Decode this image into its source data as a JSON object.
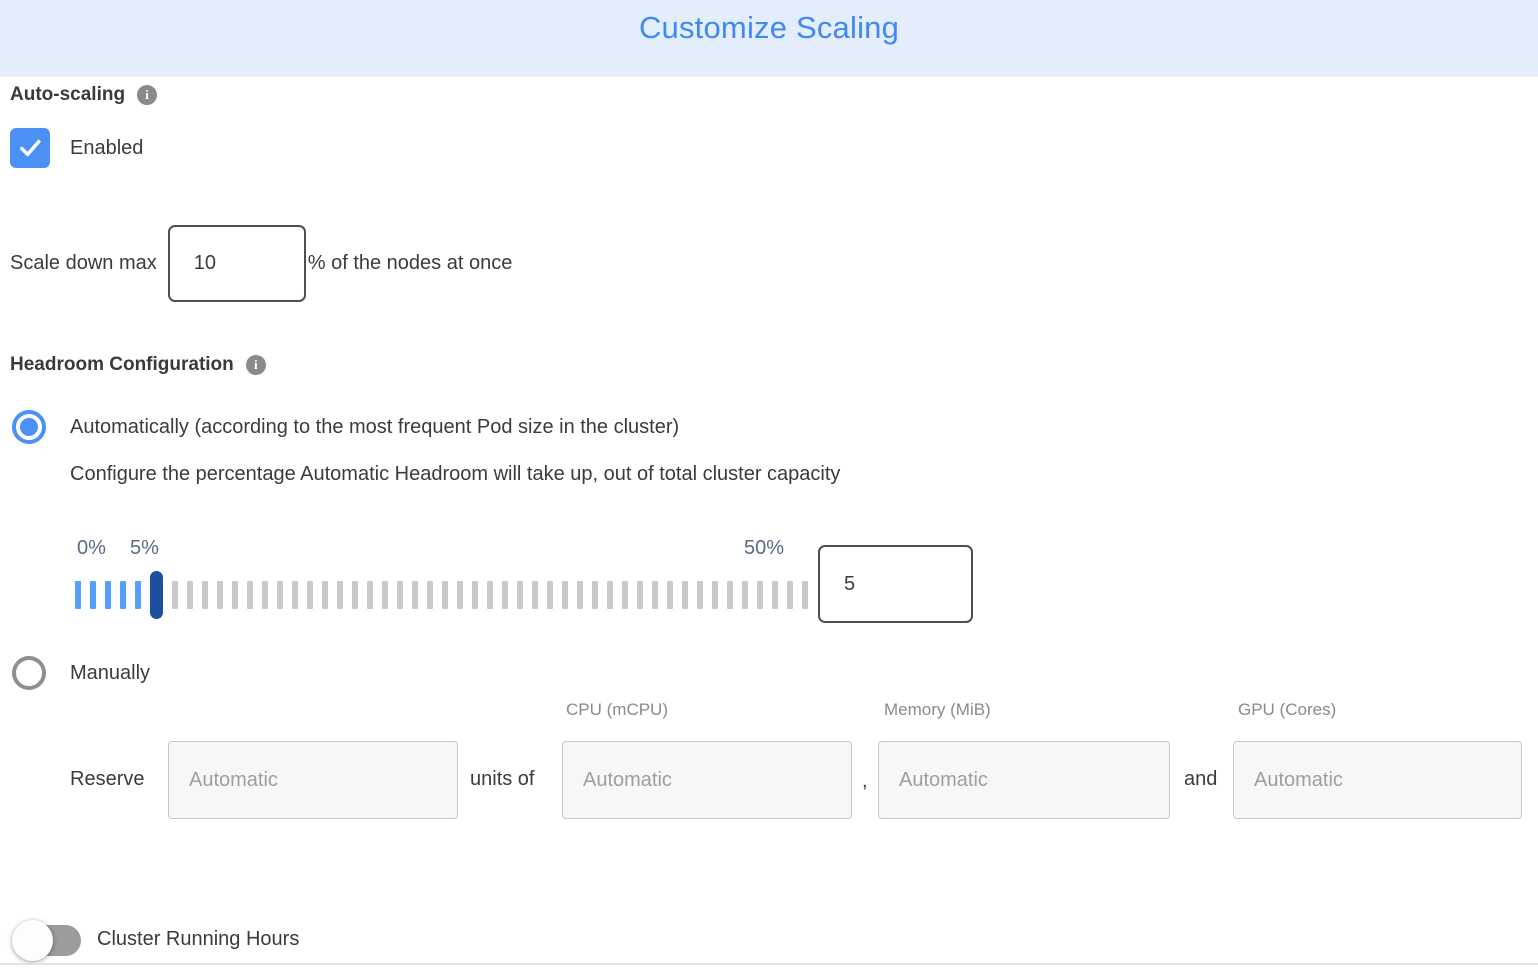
{
  "header": {
    "title": "Customize Scaling"
  },
  "auto_scaling": {
    "label": "Auto-scaling",
    "checkbox_checked": true,
    "enabled_label": "Enabled"
  },
  "scale_down": {
    "prefix": "Scale down max",
    "value": "10",
    "suffix": "% of the nodes at once"
  },
  "headroom": {
    "label": "Headroom Configuration",
    "auto_option": "Automatically (according to the most frequent Pod size in the cluster)",
    "auto_description": "Configure the percentage Automatic Headroom will take up, out of total cluster capacity",
    "slider": {
      "min_label": "0%",
      "current_label": "5%",
      "max_label": "50%",
      "value": "5",
      "ticks_total": 49,
      "blue_ticks": 5,
      "thumb_index": 5
    },
    "manual_option": "Manually",
    "reserve": {
      "prefix": "Reserve",
      "count_placeholder": "Automatic",
      "units_label": "units of",
      "comma": ",",
      "and_label": "and",
      "columns": [
        {
          "header": "CPU (mCPU)",
          "placeholder": "Automatic"
        },
        {
          "header": "Memory (MiB)",
          "placeholder": "Automatic"
        },
        {
          "header": "GPU (Cores)",
          "placeholder": "Automatic"
        }
      ]
    }
  },
  "cluster_running_hours": {
    "label": "Cluster Running Hours",
    "toggle_on": false
  },
  "colors": {
    "header_bg": "#e4edfb",
    "title_blue": "#4189f2",
    "accent_blue": "#4a90f5",
    "slider_tick_blue": "#55a0f8",
    "slider_tick_gray": "#c9c9c9",
    "slider_thumb": "#1c509f",
    "slider_label": "#5a6a85",
    "disabled_input_bg": "#f7f7f7"
  }
}
